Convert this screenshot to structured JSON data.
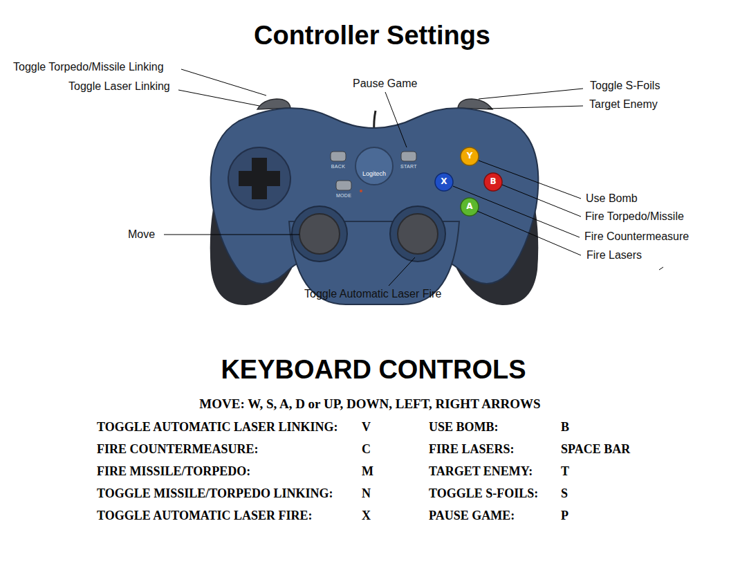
{
  "diagram": {
    "title": "Controller Settings",
    "labels": [
      "Toggle Torpedo/Missile Linking",
      "Toggle Laser Linking",
      "Pause Game",
      "Toggle S-Foils",
      "Target Enemy",
      "Move",
      "Use Bomb",
      "Fire Torpedo/Missile",
      "Fire Countermeasure",
      "Fire Lasers",
      "Toggle Automatic Laser Fire",
      "BACK",
      "START",
      "MODE",
      "Logitech",
      "Y",
      "B",
      "X",
      "A",
      "KEYBOARD CONTROLS",
      "MOVE: W, S, A, D or UP, DOWN, LEFT, RIGHT ARROWS",
      "TOGGLE AUTOMATIC LASER LINKING:",
      "V",
      "USE BOMB:",
      "B",
      "FIRE COUNTERMEASURE:",
      "C",
      "FIRE LASERS:",
      "SPACE BAR",
      "FIRE MISSILE/TORPEDO:",
      "M",
      "TARGET ENEMY:",
      "T",
      "TOGGLE MISSILE/TORPEDO LINKING:",
      "N",
      "TOGGLE S-FOILS:",
      "S",
      "TOGGLE AUTOMATIC LASER FIRE:",
      "X",
      "PAUSE GAME:",
      "P"
    ]
  }
}
